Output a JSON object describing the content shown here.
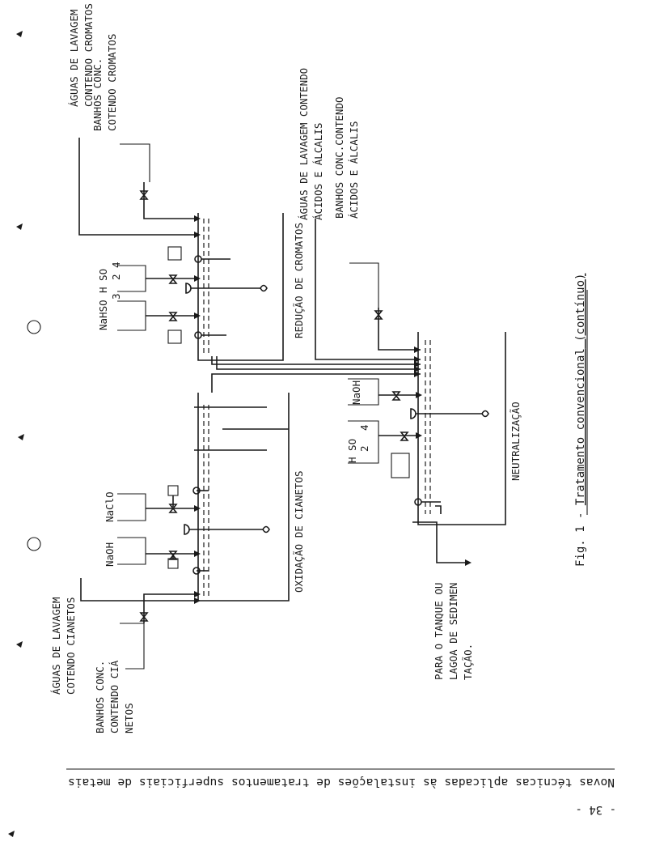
{
  "labels": {
    "cyanide_wash_1": "ÁGUAS DE LAVAGEM",
    "cyanide_wash_2": "COTENDO CIANETOS",
    "cyanide_bath_1": "BANHOS CONC.",
    "cyanide_bath_2": "CONTENDO CIÁ",
    "cyanide_bath_3": "NETOS",
    "naoh_1": "NaOH",
    "naclo": "NaClO",
    "cyanide_tank": "OXIDAÇÃO DE CIANETOS",
    "chromate_wash_1": "ÁGUAS DE LAVAGEM",
    "chromate_wash_2": "CONTENDO CROMATOS",
    "chromate_bath_1": "BANHOS CONC.",
    "chromate_bath_2": "COTENDO CROMATOS",
    "nahso3": "NaHSO",
    "nahso3_sub": "3",
    "h2so4_top": "H SO",
    "h2so4_top_sub": "2  4",
    "chromate_tank": "REDUÇÃO DE CROMATOS",
    "acid_wash_1": "ÁGUAS DE LAVAGEM CONTENDO",
    "acid_wash_2": "ÁCIDOS E ÁLCALIS",
    "acid_bath_1": "BANHOS CONC.CONTENDO",
    "acid_bath_2": "ÁCIDOS E ÁLCALIS",
    "naoh_2": "NaOH",
    "h2so4_neutral": "H SO",
    "h2so4_neutral_sub_2": "2",
    "h2so4_neutral_sub_4": "4",
    "neutral_tank": "NEUTRALIZAÇÃO",
    "outlet_1": "PARA O TANQUE OU",
    "outlet_2": "LAGOA DE SEDIMEN",
    "outlet_3": "TAÇÃO.",
    "caption_prefix": "Fig. 1 - ",
    "caption_main": "Tratamento convencional",
    "caption_suffix": " (contínuo)",
    "footer": "Novas técnicas aplicadas às instalações de tratamentos superficiais de metais",
    "page_number": "- 34 -"
  }
}
